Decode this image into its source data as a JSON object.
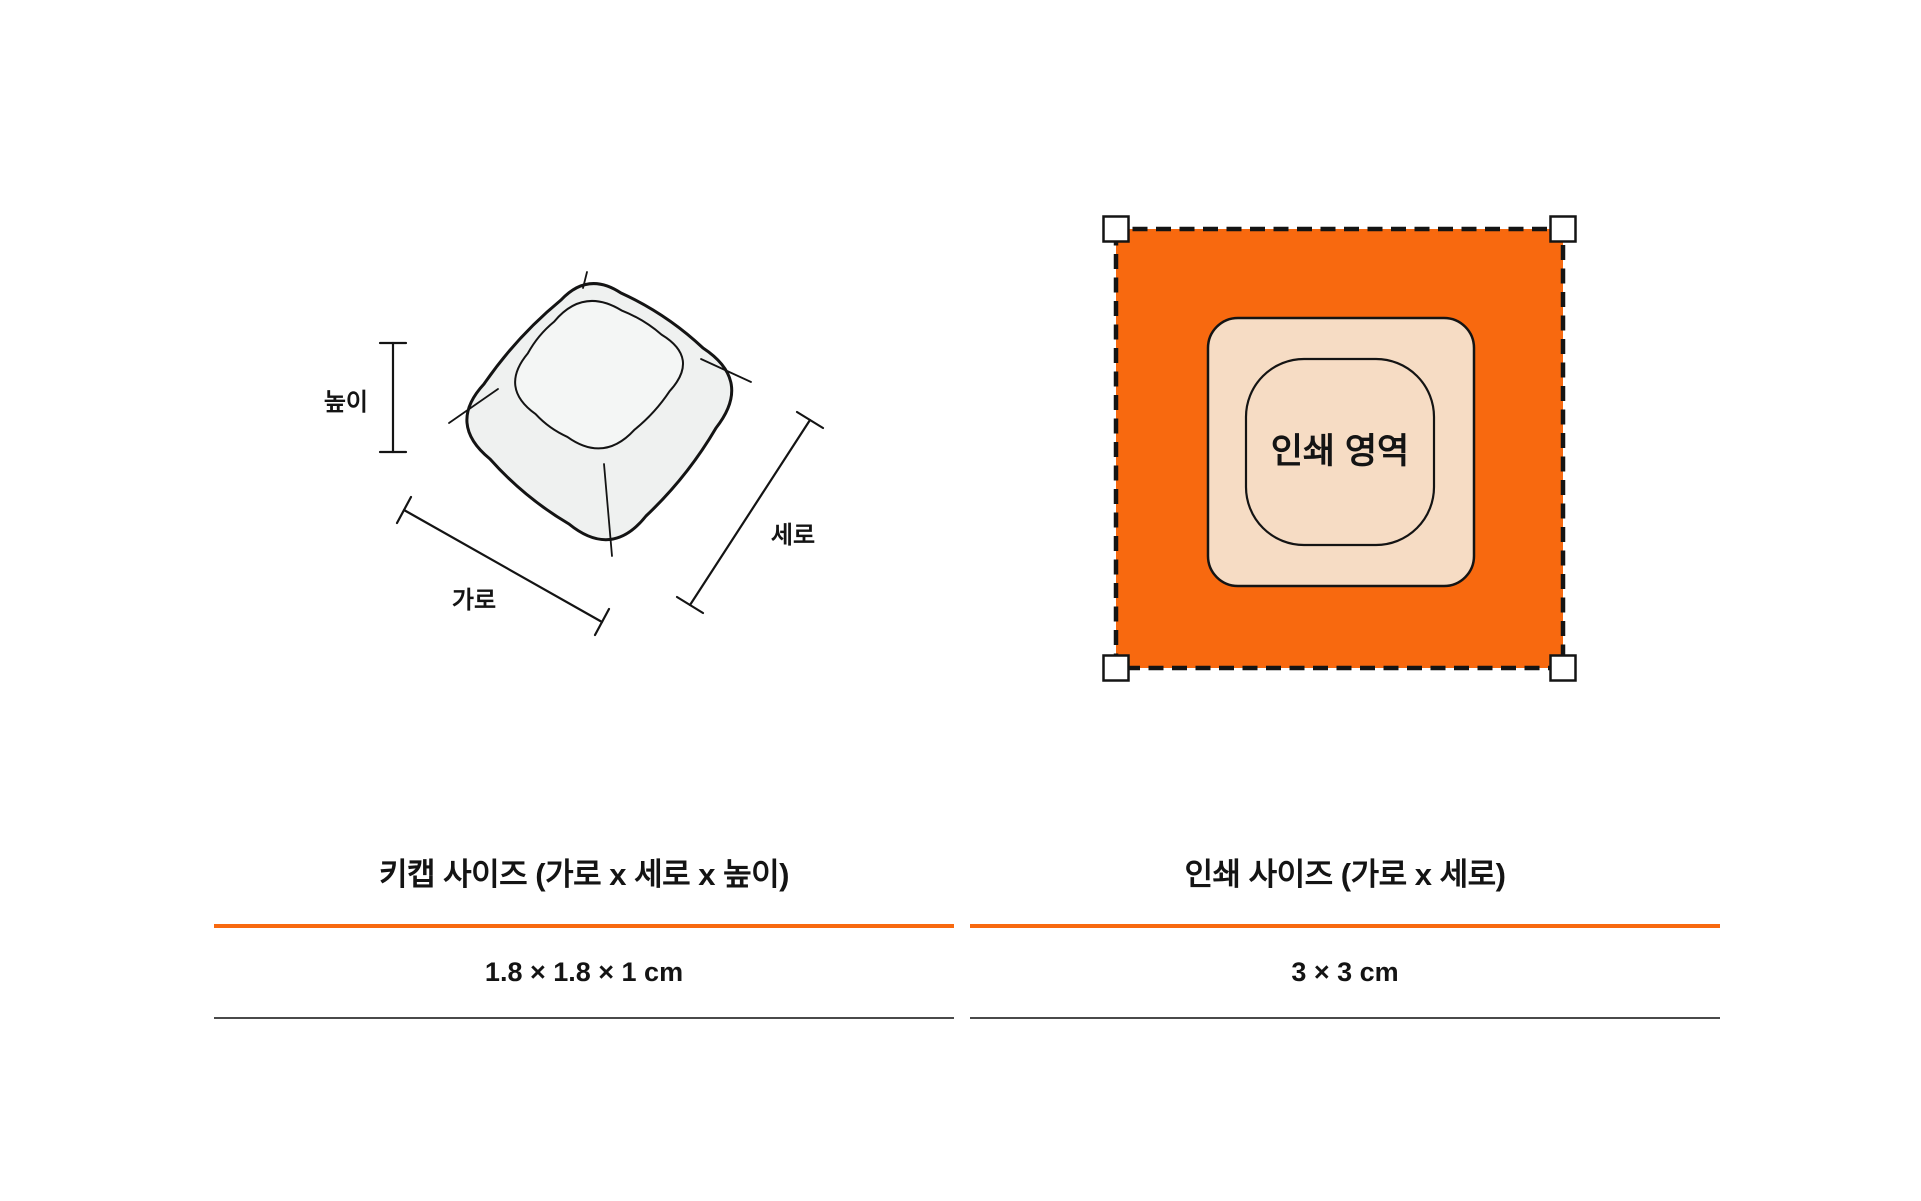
{
  "figure_keycap": {
    "label_height": "높이",
    "label_width": "가로",
    "label_depth": "세로"
  },
  "figure_print": {
    "label_print_area": "인쇄 영역"
  },
  "spec_table": {
    "keycap": {
      "header": "키캡 사이즈 (가로 x 세로 x 높이)",
      "value": "1.8 × 1.8 × 1 cm"
    },
    "print": {
      "header": "인쇄 사이즈 (가로 x 세로)",
      "value": "3 × 3 cm"
    }
  },
  "colors": {
    "accent_orange": "#F8690F",
    "print_area_cream": "#F6DCC4",
    "outline_dark": "#141414",
    "keycap_side_fill": "#EFF1F0",
    "keycap_top_fill": "#F4F6F5",
    "rule_dark": "#4A4A4A",
    "background": "#FFFFFF"
  }
}
